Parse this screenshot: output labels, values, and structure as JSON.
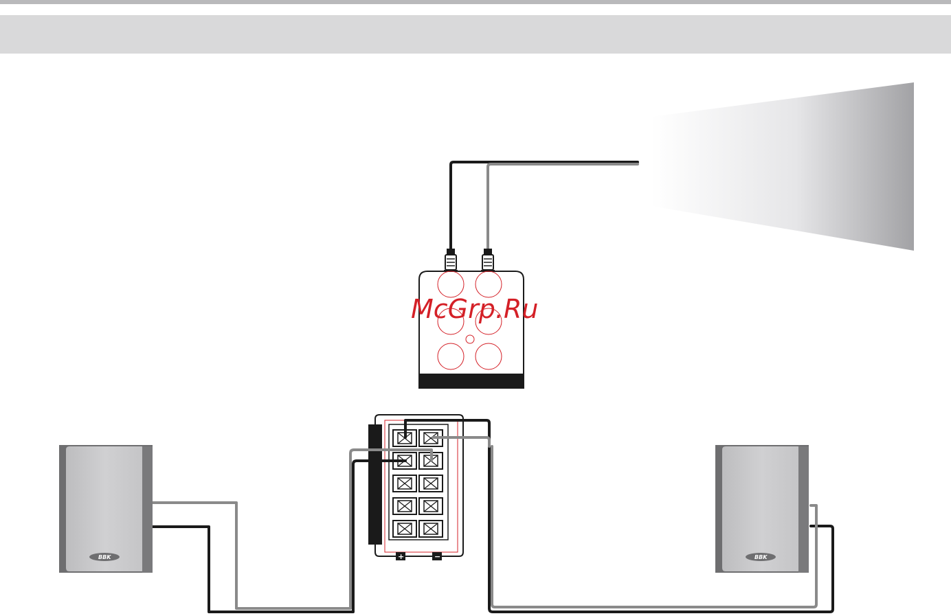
{
  "header": {
    "band_color": "#d9d9da",
    "rule_color": "#b9b9bb"
  },
  "watermark": {
    "text": "McGrp.Ru",
    "color": "#d42027"
  },
  "speakers": {
    "left": {
      "logo_text": "BBK"
    },
    "right": {
      "logo_text": "BBK"
    }
  },
  "terminal_panel": {
    "plus_label": "+",
    "minus_label": "−"
  },
  "colors": {
    "wire_black": "#1a1a1a",
    "wire_gray": "#8a8a8a",
    "speaker_body": "#c7c7c9",
    "speaker_side": "#6e6e70"
  },
  "icons": {
    "rca_plug": "rca-plug-icon",
    "terminal": "spring-terminal-icon",
    "speaker": "speaker-icon"
  }
}
